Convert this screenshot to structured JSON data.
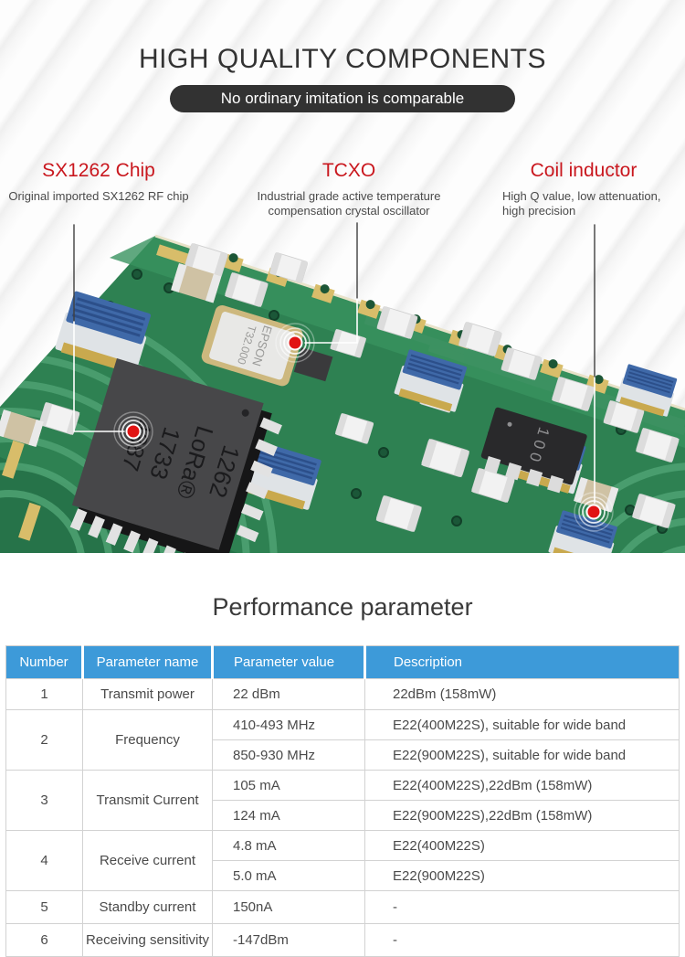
{
  "page": {
    "title": "HIGH QUALITY COMPONENTS",
    "banner": "No ordinary imitation is comparable"
  },
  "callouts": [
    {
      "title": "SX1262 Chip",
      "desc": "Original imported SX1262 RF chip"
    },
    {
      "title": "TCXO",
      "desc": "Industrial grade active temperature compensation crystal oscillator"
    },
    {
      "title": "Coil inductor",
      "desc": "High Q value, low attenuation, high precision"
    }
  ],
  "board": {
    "chip_marking": [
      "1262",
      "LoRa®",
      "1733",
      "4387"
    ],
    "crystal_marking": [
      "EPSON",
      "T32.000"
    ],
    "inductor_marking": "100"
  },
  "performance": {
    "heading": "Performance parameter"
  },
  "table": {
    "headers": [
      "Number",
      "Parameter name",
      "Parameter value",
      "Description"
    ],
    "rows": [
      {
        "number": "1",
        "name": "Transmit power",
        "entries": [
          {
            "value": "22 dBm",
            "desc": "22dBm (158mW)"
          }
        ]
      },
      {
        "number": "2",
        "name": "Frequency",
        "entries": [
          {
            "value": "410-493 MHz",
            "desc": "E22(400M22S), suitable for wide band"
          },
          {
            "value": "850-930 MHz",
            "desc": "E22(900M22S), suitable for wide band"
          }
        ]
      },
      {
        "number": "3",
        "name": "Transmit Current",
        "entries": [
          {
            "value": "105 mA",
            "desc": "E22(400M22S),22dBm (158mW)"
          },
          {
            "value": "124 mA",
            "desc": "E22(900M22S),22dBm (158mW)"
          }
        ]
      },
      {
        "number": "4",
        "name": "Receive current",
        "entries": [
          {
            "value": "4.8 mA",
            "desc": "E22(400M22S)"
          },
          {
            "value": "5.0 mA",
            "desc": "E22(900M22S)"
          }
        ]
      },
      {
        "number": "5",
        "name": "Standby current",
        "entries": [
          {
            "value": "150nA",
            "desc": "-"
          }
        ]
      },
      {
        "number": "6",
        "name": "Receiving sensitivity",
        "entries": [
          {
            "value": "-147dBm",
            "desc": "-"
          }
        ]
      }
    ]
  },
  "colors": {
    "accent_red": "#c9171e",
    "table_header_blue": "#3d9ad9",
    "banner_dark": "#323232",
    "pcb_green": "#2e8152",
    "marker_red": "#e11414"
  }
}
